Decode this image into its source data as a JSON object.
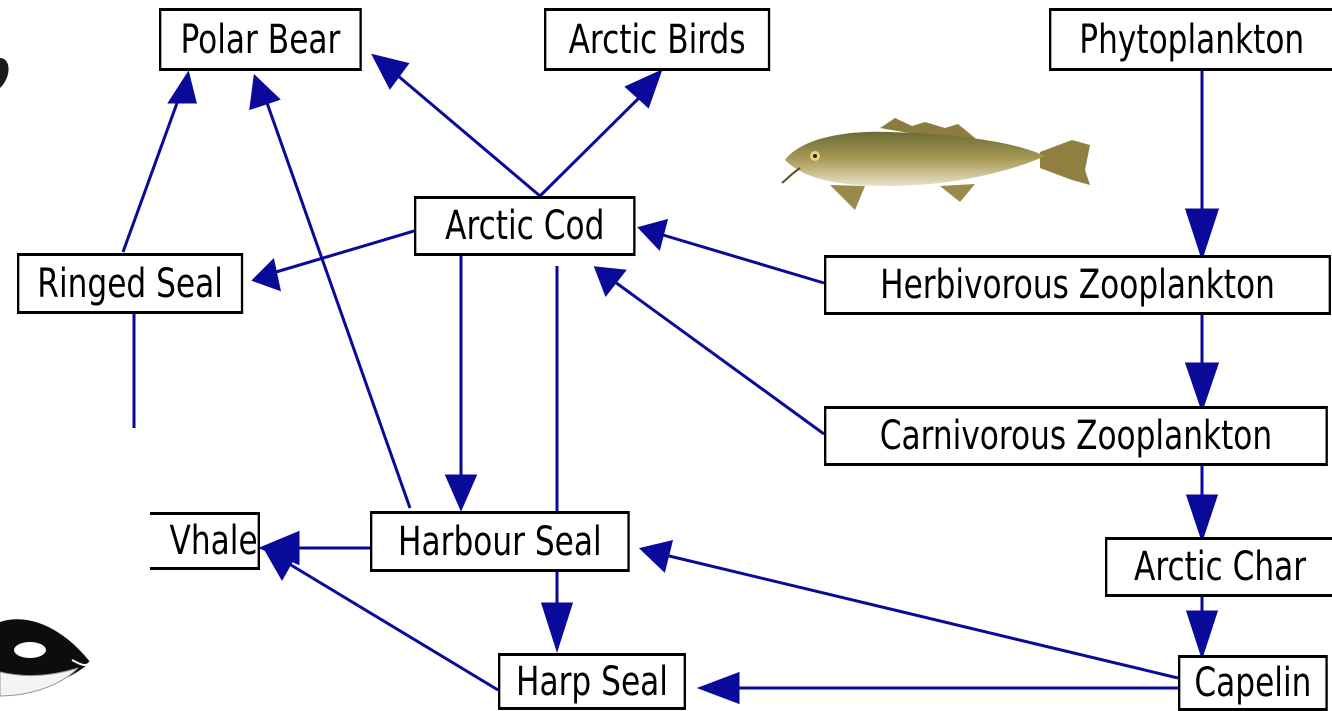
{
  "nodes": {
    "polar_bear": "Polar Bear",
    "arctic_birds": "Arctic Birds",
    "phytoplankton": "Phytoplankton",
    "arctic_cod": "Arctic Cod",
    "ringed_seal": "Ringed Seal",
    "herbivorous_zooplankton": "Herbivorous Zooplankton",
    "carnivorous_zooplankton": "Carnivorous Zooplankton",
    "whale": "Vhale",
    "harbour_seal": "Harbour Seal",
    "arctic_char": "Arctic Char",
    "harp_seal": "Harp Seal",
    "capelin": "Capelin"
  },
  "colors": {
    "arrow": "#0a0a9a",
    "box_border": "#000000",
    "background": "#ffffff"
  },
  "icons": [
    "arctic-cod-fish-image",
    "orca-whale-image",
    "partial-animal-image"
  ]
}
